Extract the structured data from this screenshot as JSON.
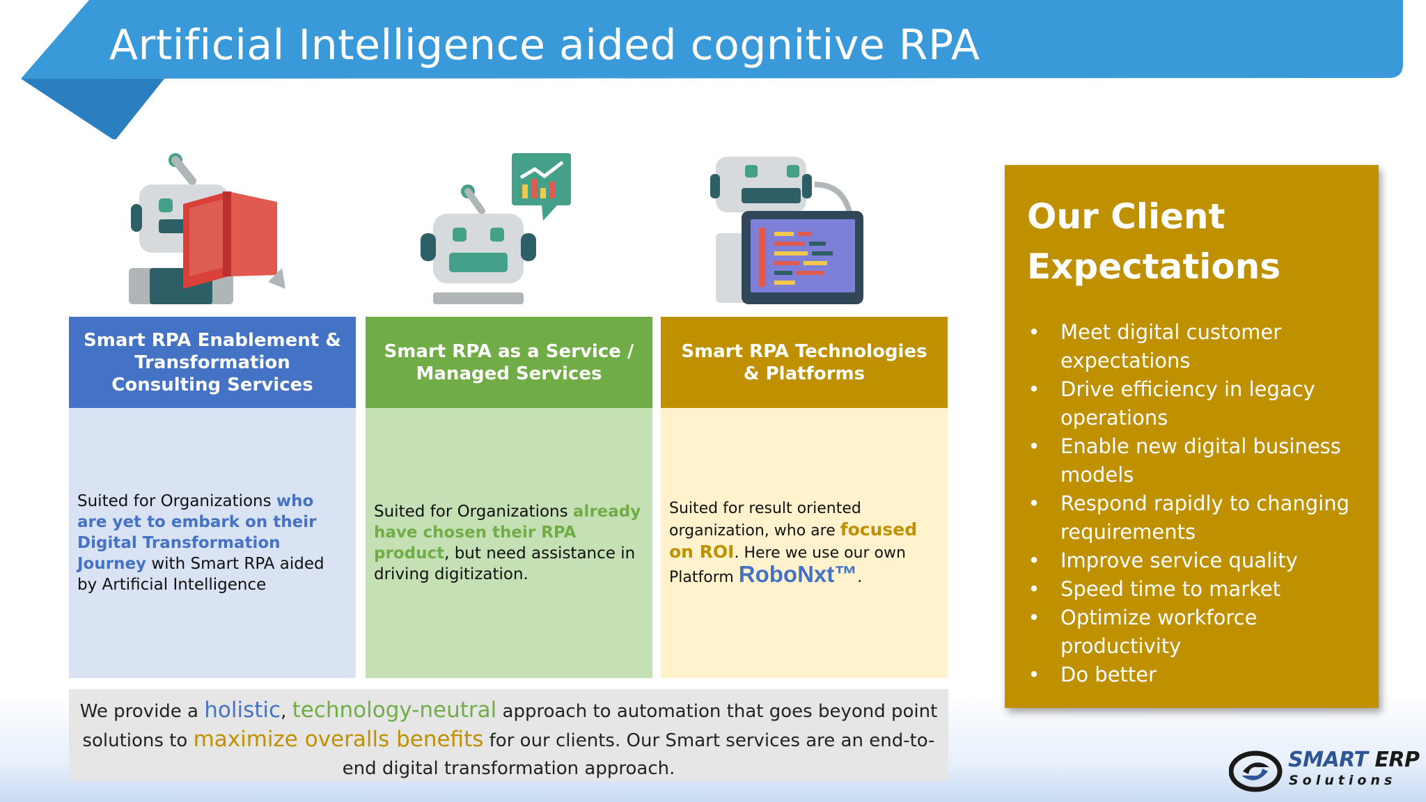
{
  "title": "Artificial Intelligence aided cognitive RPA",
  "columns": [
    {
      "heading": "Smart RPA Enablement & Transformation Consulting Services",
      "icon": "robot-reading-book-icon",
      "body_1": "Suited for Organizations ",
      "body_highlight": "who are yet to embark on their Digital Transformation Journey",
      "body_2": " with Smart RPA aided by Artificial Intelligence"
    },
    {
      "heading": "Smart RPA as a Service / Managed Services",
      "icon": "robot-chart-bubble-icon",
      "body_1": "Suited for Organizations ",
      "body_highlight": "already have chosen their RPA product",
      "body_2": ", but need assistance in driving digitization."
    },
    {
      "heading": "Smart RPA Technologies & Platforms",
      "icon": "robot-tablet-icon",
      "body_1": "Suited for result oriented organization, who are ",
      "body_highlight": "focused on ROI",
      "body_2": ". Here we use our own Platform ",
      "platform": "RoboNxt™",
      "body_3": "."
    }
  ],
  "expectations": {
    "heading": "Our Client Expectations",
    "bullet": "•",
    "items": [
      "Meet digital customer expectations",
      "Drive efficiency in legacy operations",
      "Enable new digital business models",
      "Respond rapidly to changing requirements",
      "Improve service quality",
      "Speed time to market",
      "Optimize workforce productivity",
      "Do better"
    ]
  },
  "summary": {
    "p1": "We provide a ",
    "holistic": "holistic",
    "comma": ", ",
    "neutral": "technology-neutral",
    "p2": " approach to automation that goes beyond point solutions to ",
    "maximize": "maximize overalls benefits",
    "p3": " for our clients. Our Smart services are an end-to-end digital transformation approach."
  },
  "logo": {
    "line1a": "SMART",
    "line1b": " ERP",
    "line2": "Solutions"
  },
  "colors": {
    "banner": "#3a9ad9",
    "blue": "#4472c4",
    "green": "#70ad47",
    "gold": "#bf9000"
  }
}
